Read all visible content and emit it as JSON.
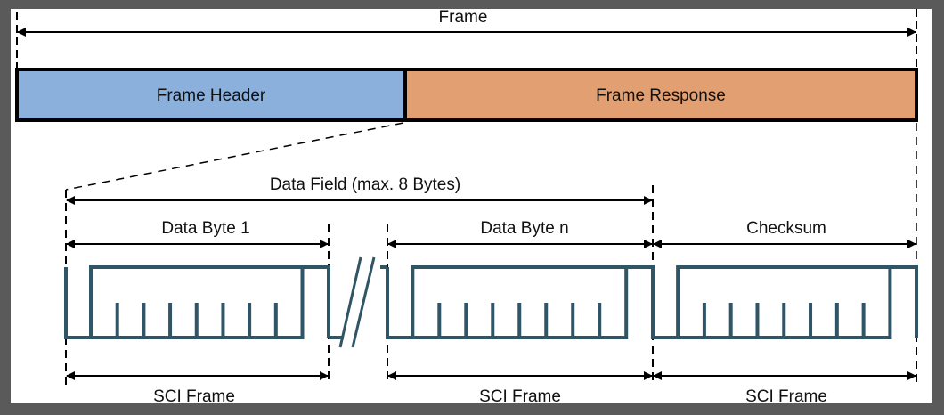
{
  "diagram": {
    "frame_label": "Frame",
    "segments": [
      {
        "label": "Frame Header",
        "color": "#8bb0dc"
      },
      {
        "label": "Frame Response",
        "color": "#e2a072"
      }
    ],
    "data_field_label": "Data Field (max. 8 Bytes)",
    "bytes": [
      {
        "label": "Data Byte 1",
        "sub_label": "SCI Frame"
      },
      {
        "label": "Data Byte n",
        "sub_label": "SCI Frame"
      },
      {
        "label": "Checksum",
        "sub_label": "SCI Frame"
      }
    ],
    "signal_color": "#2f5566",
    "line_color": "#000000"
  }
}
